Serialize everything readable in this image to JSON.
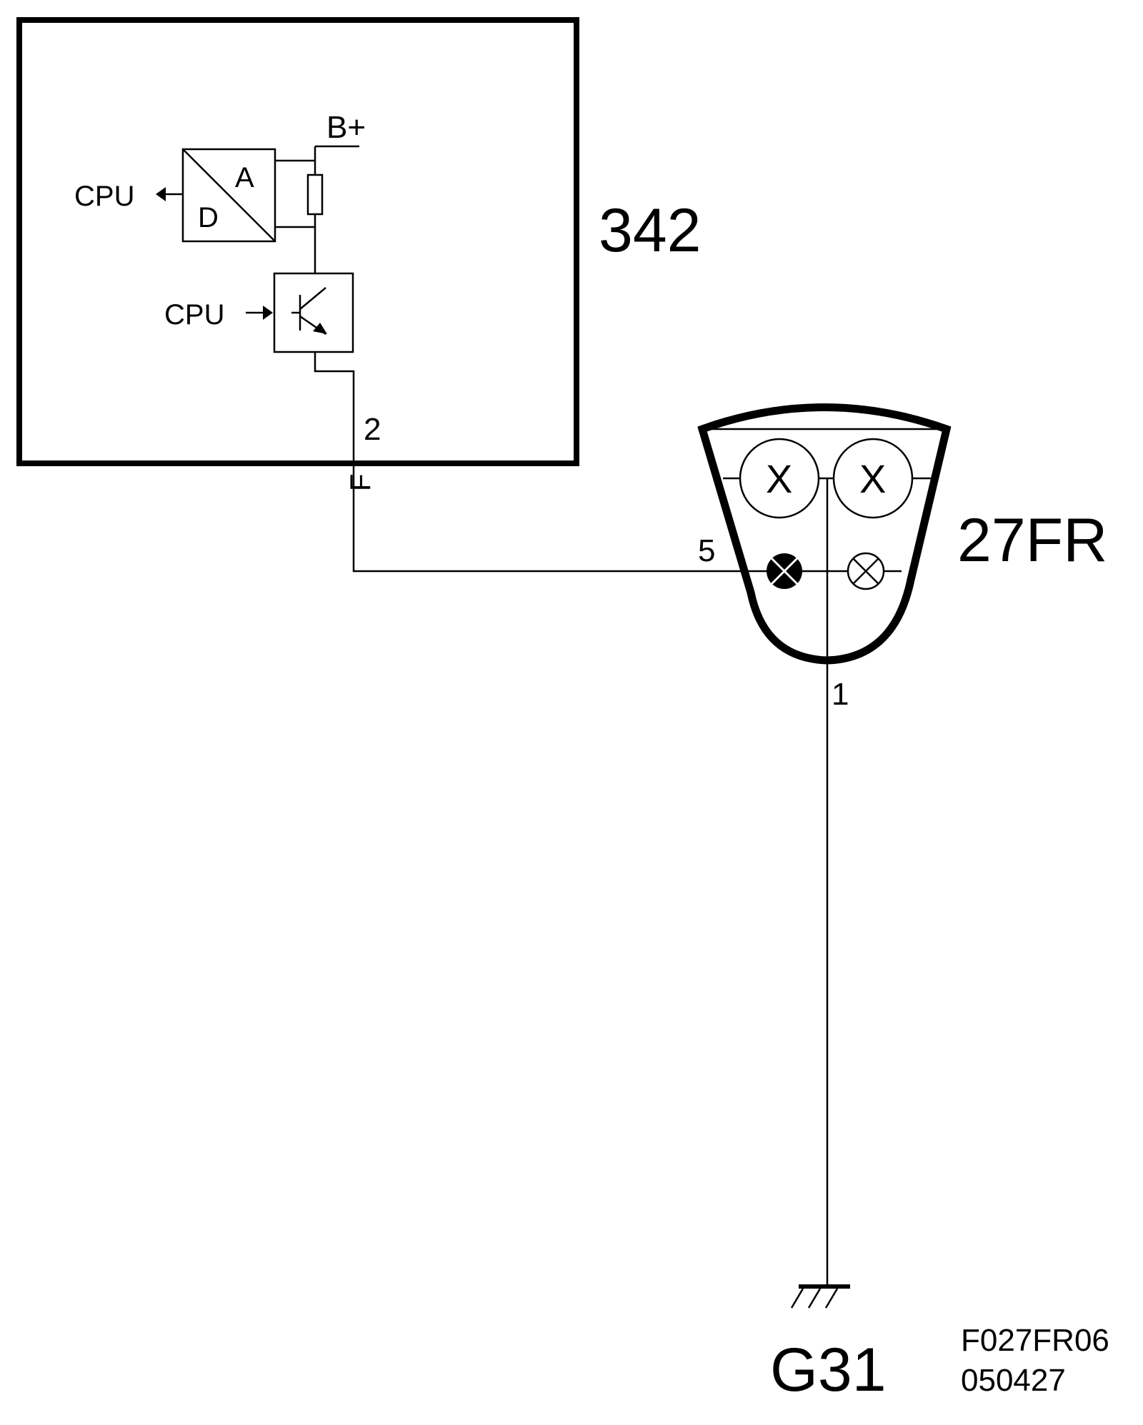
{
  "module": {
    "id": "342",
    "b_plus": "B+",
    "cpu_out": "CPU",
    "cpu_in": "CPU",
    "adc_a": "A",
    "adc_d": "D",
    "pin": "2",
    "connector_code": "F"
  },
  "lamp": {
    "id": "27FR",
    "bulb_mark_left": "X",
    "bulb_mark_right": "X",
    "pin_signal": "5",
    "pin_ground": "1"
  },
  "ground": {
    "id": "G31"
  },
  "footer": {
    "code": "F027FR06",
    "date": "050427"
  },
  "colors": {
    "line": "#000000",
    "background": "#ffffff"
  }
}
